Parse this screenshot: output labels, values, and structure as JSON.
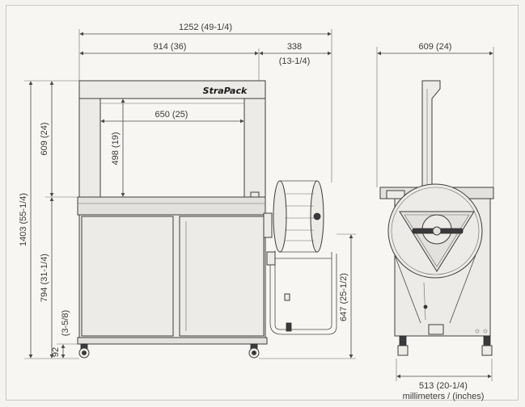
{
  "brand": {
    "logo_text": "StraPack"
  },
  "front_view": {
    "overall_width": "1252 (49-1/4)",
    "machine_width": "914 (36)",
    "reel_extension": "338",
    "reel_extension_in": "(13-1/4)",
    "arch_inner_width": "650 (25)",
    "arch_inner_height": "498 (19)",
    "arch_height": "609 (24)",
    "overall_height": "1403 (55-1/4)",
    "table_height": "794 (31-1/4)",
    "caster_offset": "(3-5/8)",
    "caster_height": "92",
    "reel_height": "647 (25-1/2)"
  },
  "side_view": {
    "top_width": "609 (24)",
    "base_width": "513 (20-1/4)"
  },
  "units_note": "millimeters / (inches)"
}
